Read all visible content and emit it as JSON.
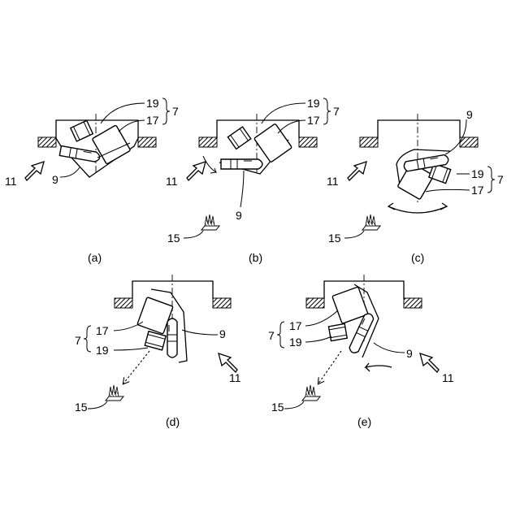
{
  "panels": [
    {
      "caption": "(a)",
      "labels": {
        "n19": "19",
        "n17": "17",
        "n7": "7",
        "n11": "11",
        "n9": "9"
      }
    },
    {
      "caption": "(b)",
      "labels": {
        "n19": "19",
        "n17": "17",
        "n7": "7",
        "n11": "11",
        "n9": "9",
        "n15": "15"
      }
    },
    {
      "caption": "(c)",
      "labels": {
        "n9": "9",
        "n19": "19",
        "n17": "17",
        "n7": "7",
        "n11": "11",
        "n15": "15"
      }
    },
    {
      "caption": "(d)",
      "labels": {
        "n17": "17",
        "n19": "19",
        "n7": "7",
        "n9": "9",
        "n11": "11",
        "n15": "15"
      }
    },
    {
      "caption": "(e)",
      "labels": {
        "n17": "17",
        "n19": "19",
        "n7": "7",
        "n9": "9",
        "n11": "11",
        "n15": "15"
      }
    }
  ]
}
